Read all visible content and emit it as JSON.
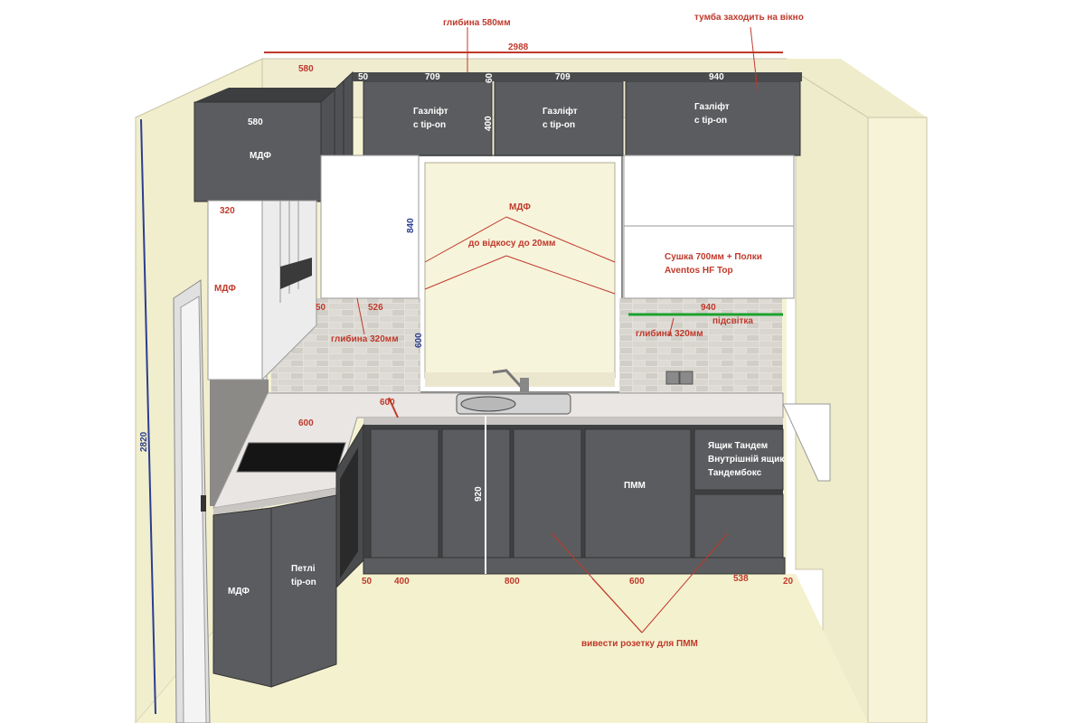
{
  "notes": {
    "depth_580": "глибина 580мм",
    "cabinet_window": "тумба заходить на вікно",
    "to_slope": "до відкосу до 20мм",
    "depth_320_left": "глибина 320мм",
    "depth_320_right": "глибина 320мм",
    "backlight": "підсвітка",
    "outlet_dishwasher": "вивести розетку для ПММ",
    "dryer_shelves_1": "Сушка 700мм + Полки",
    "dryer_shelves_2": "Aventos HF Top"
  },
  "labels": {
    "mdf_top_left": "МДФ",
    "mdf_left_wall": "МДФ",
    "mdf_window": "МДФ",
    "mdf_bottom": "МДФ",
    "gaslift_1a": "Газліфт",
    "gaslift_1b": "с tip-on",
    "gaslift_2a": "Газліфт",
    "gaslift_2b": "с tip-on",
    "gaslift_3a": "Газліфт",
    "gaslift_3b": "с tip-on",
    "hinges_a": "Петлі",
    "hinges_b": "tip-on",
    "dishwasher": "ПММ",
    "tandem_1": "Ящик Тандем",
    "tandem_2": "Внутрішній ящик",
    "tandem_3": "Тандембокс"
  },
  "dimensions": {
    "total_width": "2988",
    "top_580": "580",
    "upper_580": "580",
    "gap_50_top": "50",
    "upper_709_a": "709",
    "upper_60": "60",
    "upper_709_b": "709",
    "upper_940": "940",
    "upper_height_400": "400",
    "side_320": "320",
    "tall_840": "840",
    "gap_50_mid": "50",
    "width_526": "526",
    "backsplash_600": "600",
    "right_940": "940",
    "counter_600": "600",
    "corner_600": "600",
    "base_920": "920",
    "base_50": "50",
    "base_400": "400",
    "base_800": "800",
    "base_600": "600",
    "base_538": "538",
    "base_20": "20",
    "room_height": "2820"
  },
  "colors": {
    "dark_cabinet": "#5b5c5f",
    "wall": "#f4f1cf",
    "dim_red": "#c0392b",
    "dim_blue": "#2c3e8f",
    "backlight_green": "#1aa12c"
  }
}
